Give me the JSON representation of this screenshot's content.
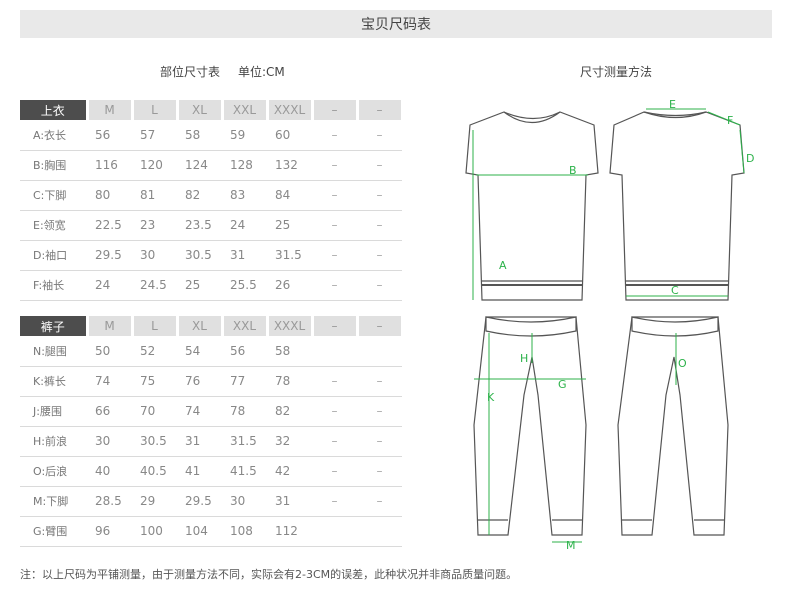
{
  "title": "宝贝尺码表",
  "size_heading": "部位尺寸表",
  "unit_heading": "单位:CM",
  "method_heading": "尺寸测量方法",
  "top_table": {
    "category": "上衣",
    "sizes": [
      "M",
      "L",
      "XL",
      "XXL",
      "XXXL",
      "–",
      "–"
    ],
    "rows": [
      {
        "label": "A:衣长",
        "values": [
          "56",
          "57",
          "58",
          "59",
          "60",
          "–",
          "–"
        ]
      },
      {
        "label": "B:胸围",
        "values": [
          "116",
          "120",
          "124",
          "128",
          "132",
          "–",
          "–"
        ]
      },
      {
        "label": "C:下脚",
        "values": [
          "80",
          "81",
          "82",
          "83",
          "84",
          "–",
          "–"
        ]
      },
      {
        "label": "E:领宽",
        "values": [
          "22.5",
          "23",
          "23.5",
          "24",
          "25",
          "–",
          "–"
        ]
      },
      {
        "label": "D:袖口",
        "values": [
          "29.5",
          "30",
          "30.5",
          "31",
          "31.5",
          "–",
          "–"
        ]
      },
      {
        "label": "F:袖长",
        "values": [
          "24",
          "24.5",
          "25",
          "25.5",
          "26",
          "–",
          "–"
        ]
      }
    ]
  },
  "pants_table": {
    "category": "裤子",
    "sizes": [
      "M",
      "L",
      "XL",
      "XXL",
      "XXXL",
      "–",
      "–"
    ],
    "rows": [
      {
        "label": "N:腿围",
        "values": [
          "50",
          "52",
          "54",
          "56",
          "58",
          "",
          ""
        ]
      },
      {
        "label": "K:裤长",
        "values": [
          "74",
          "75",
          "76",
          "77",
          "78",
          "–",
          "–"
        ]
      },
      {
        "label": "J:腰围",
        "values": [
          "66",
          "70",
          "74",
          "78",
          "82",
          "–",
          "–"
        ]
      },
      {
        "label": "H:前浪",
        "values": [
          "30",
          "30.5",
          "31",
          "31.5",
          "32",
          "–",
          "–"
        ]
      },
      {
        "label": "O:后浪",
        "values": [
          "40",
          "40.5",
          "41",
          "41.5",
          "42",
          "–",
          "–"
        ]
      },
      {
        "label": "M:下脚",
        "values": [
          "28.5",
          "29",
          "29.5",
          "30",
          "31",
          "–",
          "–"
        ]
      },
      {
        "label": "G:臂围",
        "values": [
          "96",
          "100",
          "104",
          "108",
          "112",
          "",
          ""
        ]
      }
    ]
  },
  "diagram_labels": {
    "a": "A",
    "b": "B",
    "c": "C",
    "d": "D",
    "e": "E",
    "f": "F",
    "g": "G",
    "h": "H",
    "k": "K",
    "m": "M",
    "o": "O"
  },
  "colors": {
    "measure_line": "#2cb24a",
    "header_dark": "#4d4d4d",
    "header_light": "#e0e0e0",
    "title_bg": "#e9e9e9"
  },
  "note": "注：以上尺码为平铺测量，由于测量方法不同，实际会有2-3CM的误差，此种状况并非商品质量问题。"
}
